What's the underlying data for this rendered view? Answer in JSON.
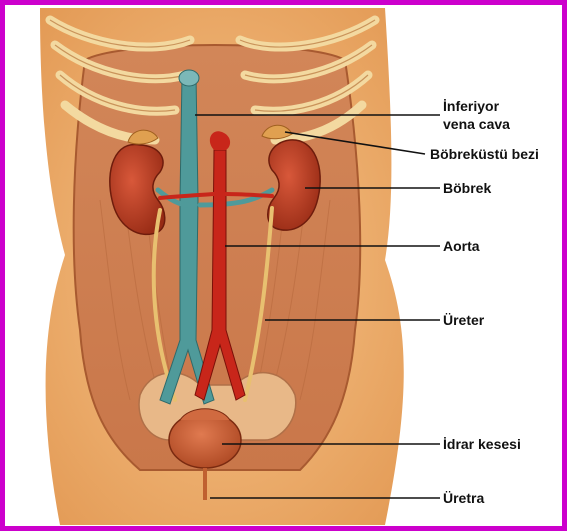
{
  "labels": {
    "ivc_line1": "İnferiyor",
    "ivc_line2": "vena cava",
    "adrenal": "Böbreküstü bezi",
    "kidney": "Böbrek",
    "aorta": "Aorta",
    "ureter": "Üreter",
    "bladder": "İdrar kesesi",
    "urethra": "Üretra"
  },
  "colors": {
    "frame": "#cc00cc",
    "skin": "#f0b070",
    "muscle": "#d98a55",
    "kidney": "#b83a1c",
    "aorta": "#c8261a",
    "vena_cava": "#4f9a9a",
    "ureter": "#e8c070",
    "bladder": "#c65a32"
  }
}
